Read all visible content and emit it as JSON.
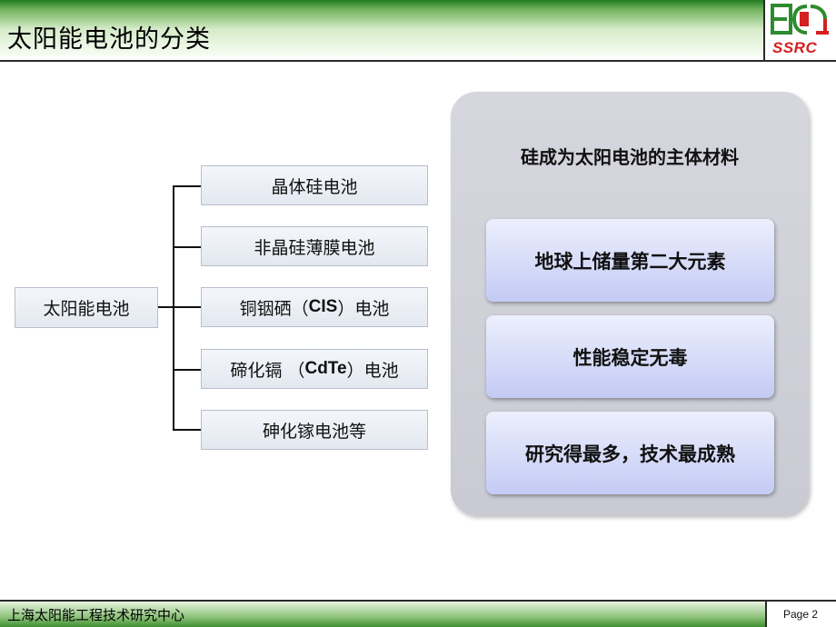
{
  "slide": {
    "title": "太阳能电池的分类",
    "logo": {
      "name": "ssrc-logo",
      "text": "SSRC",
      "accent": "#d42020",
      "green": "#2e8b2e"
    },
    "tree": {
      "root": "太阳能电池",
      "leaves": [
        {
          "text": "晶体硅电池"
        },
        {
          "text": "非晶硅薄膜电池"
        },
        {
          "pre": "铜铟硒（",
          "en": "CIS",
          "post": "）电池"
        },
        {
          "pre": "碲化镉 （",
          "en": "CdTe",
          "post": "）电池"
        },
        {
          "text": "砷化镓电池等"
        }
      ]
    },
    "panel": {
      "title": "硅成为太阳电池的主体材料",
      "points": [
        "地球上储量第二大元素",
        "性能稳定无毒",
        "研究得最多，技术最成熟"
      ]
    },
    "footer": {
      "org": "上海太阳能工程技术研究中心",
      "page": "Page 2"
    },
    "colors": {
      "header_green": "#1f7a1f",
      "box_border": "#b8bfcb",
      "panel_bg": "#cfd0d8",
      "card_blue": "#c4cbf4"
    }
  }
}
